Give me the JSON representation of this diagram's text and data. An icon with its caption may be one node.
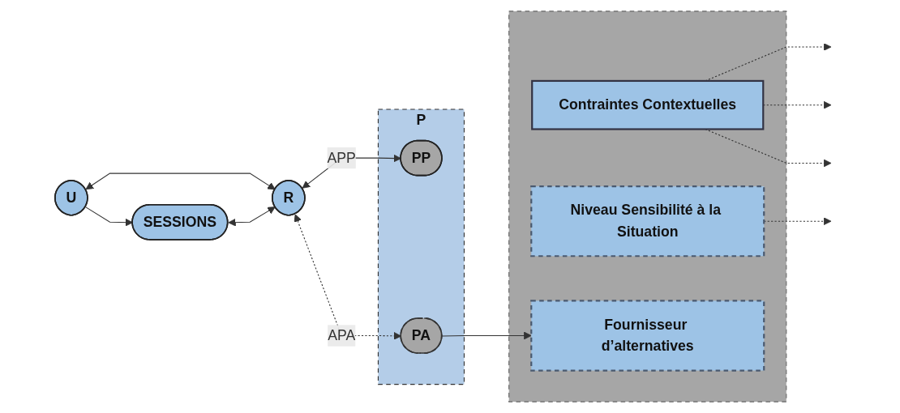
{
  "diagram": {
    "nodes": [
      {
        "text": [
          "U"
        ]
      },
      {
        "text": [
          "R"
        ]
      },
      {
        "text": [
          "P"
        ]
      },
      {
        "text": [
          "PP"
        ],
        "in": 2
      },
      {
        "text": [
          "SESSIONS"
        ]
      },
      {
        "text": [],
        "shape": "box"
      },
      {
        "text": [
          "PA"
        ],
        "in": 2
      },
      {
        "text": [
          "Contraintes Contextuelles"
        ],
        "in": 5
      },
      {
        "text": [
          "Niveau Sensibilité à la Situation"
        ],
        "in": 5
      },
      {
        "text": [
          "Fournisseur d’alternatives"
        ],
        "in": 5
      }
    ],
    "edges": [
      {
        "from": 0,
        "to": 1,
        "arrow": "both"
      },
      {
        "from": 0,
        "to": 4,
        "arrow": "to"
      },
      {
        "from": 4,
        "to": 1,
        "arrow": "both"
      },
      {
        "from": 1,
        "to": 3,
        "arrow": "both",
        "label": "APP"
      },
      {
        "from": 1,
        "to": 6,
        "arrow": "both",
        "label": "APA",
        "style": "dashed"
      },
      {
        "from": 7,
        "to": null,
        "arrow": "to",
        "style": "dashed"
      },
      {
        "from": 7,
        "to": null,
        "arrow": "to",
        "style": "dashed"
      },
      {
        "from": 7,
        "to": null,
        "arrow": "to",
        "style": "dashed"
      },
      {
        "from": 8,
        "to": null,
        "arrow": "to",
        "style": "dashed"
      },
      {
        "from": 6,
        "to": 9,
        "arrow": "to"
      }
    ]
  }
}
